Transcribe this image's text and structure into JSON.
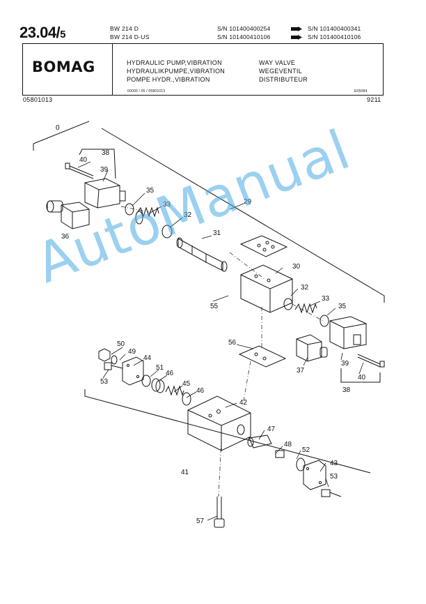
{
  "header": {
    "page_number": "23.04/",
    "page_sub": "5",
    "models": [
      "BW 214 D",
      "BW 214 D-US"
    ],
    "serial_rows": [
      {
        "from": "S/N 101400400254",
        "to": "S/N 101400400341"
      },
      {
        "from": "S/N 101400410106",
        "to": "S/N 101400410106"
      }
    ],
    "brand": "BOMAG",
    "titles_left": [
      "HYDRAULIC PUMP,VIBRATION",
      "HYDRAULIKPUMPE,VIBRATION",
      "POMPE HYDR.,VIBRATION"
    ],
    "titles_right": [
      "WAY VALVE",
      "WEGEVENTIL",
      "DISTRIBUTEUR"
    ],
    "doc_path": "00000 / 05 / 05801013",
    "doc_code": "E05084",
    "part_number": "05801013",
    "date_code": "9211"
  },
  "callouts": [
    "0",
    "38",
    "40",
    "39",
    "35",
    "33",
    "32",
    "36",
    "29",
    "31",
    "30",
    "55",
    "32",
    "33",
    "35",
    "56",
    "50",
    "49",
    "44",
    "51",
    "46",
    "45",
    "46",
    "53",
    "42",
    "37",
    "39",
    "40",
    "38",
    "47",
    "48",
    "52",
    "43",
    "53",
    "41",
    "57"
  ],
  "watermark": "AutoManual"
}
